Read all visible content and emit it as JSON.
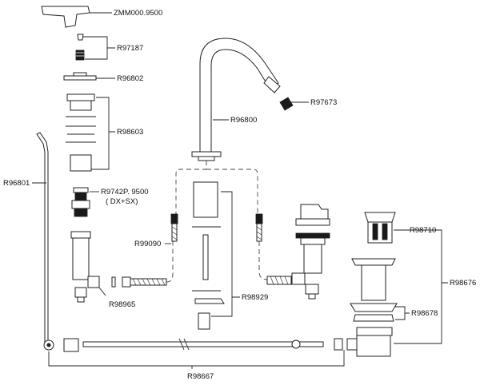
{
  "labels": {
    "zmm": "ZMM000.9500",
    "r97187": "R97187",
    "r96802": "R96802",
    "r98603": "R98603",
    "r96801": "R96801",
    "r9742p_line1": "R9742P. 9500",
    "r9742p_line2": "( DX+SX)",
    "r99090": "R99090",
    "r98965": "R98965",
    "r96800": "R96800",
    "r97673": "R97673",
    "r98929": "R98929",
    "r98710": "R98710",
    "r98676": "R98676",
    "r98678": "R98678",
    "r98667": "R98667"
  }
}
